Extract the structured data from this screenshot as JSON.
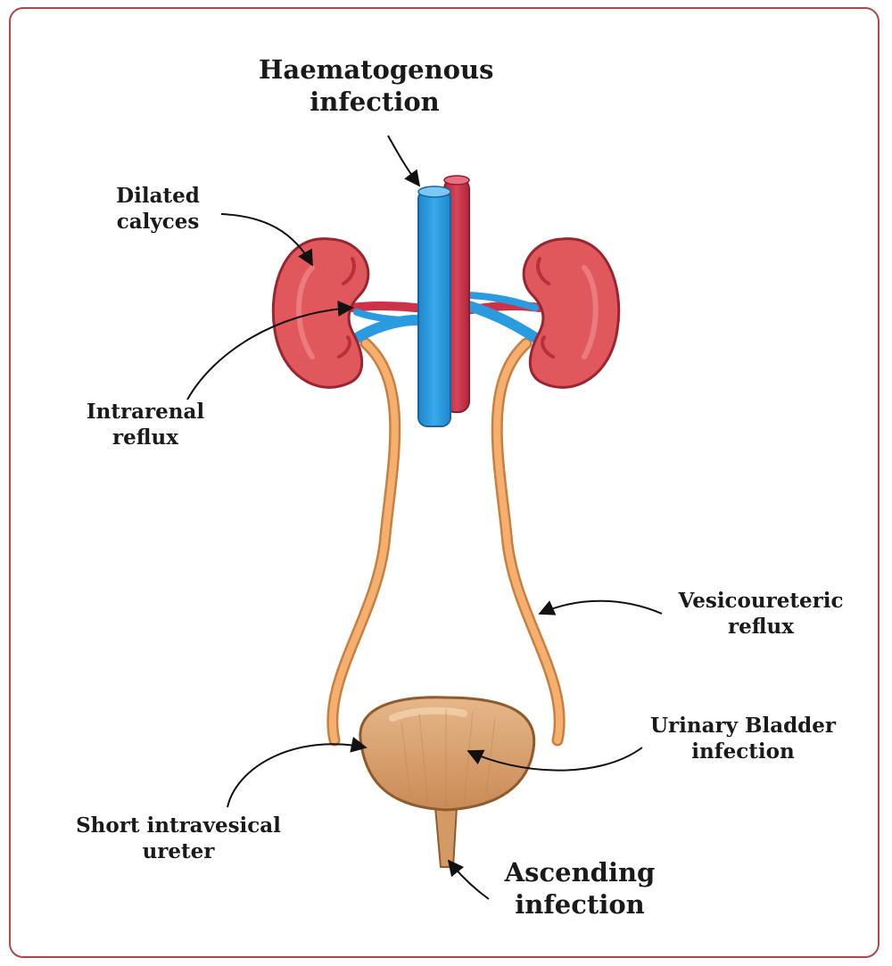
{
  "labels": {
    "haematogenous": [
      "Haematogenous",
      "infection"
    ],
    "dilated_calyces": [
      "Dilated",
      "calyces"
    ],
    "intrarenal_reflux": [
      "Intrarenal",
      "reflux"
    ],
    "vesicoureteric_reflux": [
      "Vesicoureteric",
      "reflux"
    ],
    "urinary_bladder_infection": [
      "Urinary Bladder",
      "infection"
    ],
    "short_intravesical_ureter": [
      "Short intravesical",
      "ureter"
    ],
    "ascending_infection": [
      "Ascending",
      "infection"
    ]
  },
  "colors": {
    "frame_border": "#b5444b",
    "kidney": "#e0575c",
    "kidney_dark": "#b8303a",
    "vein": "#2b9be0",
    "artery": "#cc3348",
    "ureter": "#f2a560",
    "bladder": "#d39a66"
  }
}
